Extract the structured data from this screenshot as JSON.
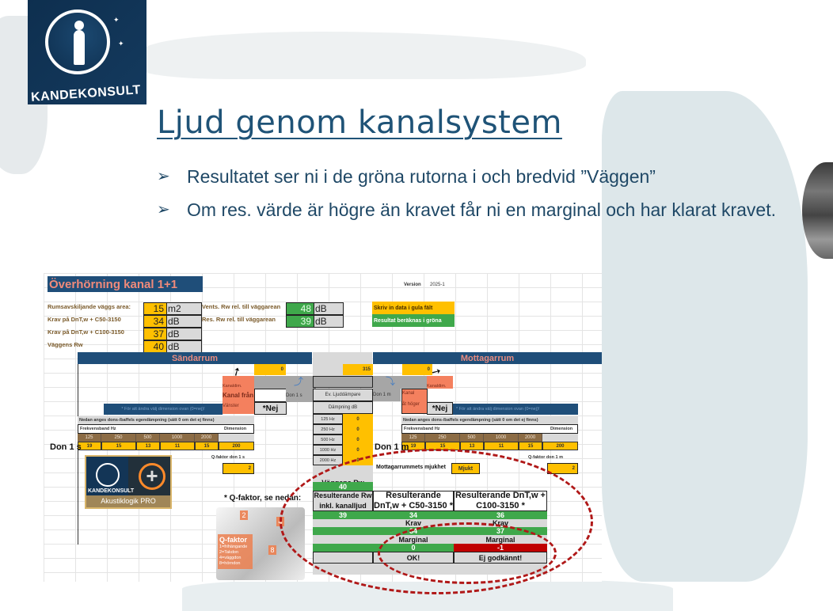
{
  "logo": {
    "brand": "KANDEKONSULT"
  },
  "slide": {
    "title": "Ljud genom kanalsystem",
    "bullets": [
      "Resultatet ser ni i de gröna rutorna i och bredvid ”Väggen”",
      "Om res. värde är högre än kravet får ni en marginal och har klarat kravet."
    ],
    "bullet_marker": "➢"
  },
  "sheet": {
    "title": "Överhörning kanal 1+1",
    "version_label": "Version",
    "version_value": "2025-1",
    "inputs": [
      {
        "label": "Rumsavskiljande väggs area:",
        "value": "15",
        "unit": "m2"
      },
      {
        "label": "Krav på DnT,w + C50-3150",
        "value": "34",
        "unit": "dB"
      },
      {
        "label": "Krav på DnT,w + C100-3150",
        "value": "37",
        "unit": "dB"
      },
      {
        "label": "Väggens Rw",
        "value": "40",
        "unit": "dB"
      }
    ],
    "computed": [
      {
        "label": "Vents. Rw rel. till väggarean",
        "value": "48",
        "unit": "dB"
      },
      {
        "label": "Res. Rw rel. till väggarean",
        "value": "39",
        "unit": "dB"
      }
    ],
    "legend": {
      "yellow": "Skriv in data i gula fält",
      "green": "Resultat beräknas i gröna"
    },
    "sender": {
      "header": "Sändarrum",
      "duct_dim_value": "0",
      "kanaldim_label": "Kanaldim.",
      "kanal_label": "Kanal från",
      "side_label": "Vänster",
      "select_value": "*Nej",
      "hint": "* För att ändra välj dimension ovan (0=nej)!",
      "don_label": "Don 1 s",
      "note": "Nedan anges dons-/baffels egendämpning (sätt 0 om det ej finns)",
      "freq_label": "Frekvensband Hz",
      "dimension_label": "Dimension",
      "freqs": [
        "125",
        "250",
        "500",
        "1000",
        "2000"
      ],
      "values": [
        "19",
        "15",
        "13",
        "11",
        "15"
      ],
      "dimension_value": "200",
      "q_label": "Q-faktor don 1 s",
      "q_value": "2"
    },
    "middle": {
      "top_value": "315",
      "silencer_label": "Ev. Ljuddämpare",
      "damping_label": "Dämpning dB",
      "bands": [
        {
          "f": "125 Hz",
          "v": "0"
        },
        {
          "f": "250 Hz",
          "v": "0"
        },
        {
          "f": "500 Hz",
          "v": "0"
        },
        {
          "f": "1000 Hz",
          "v": "0"
        },
        {
          "f": "2000 Hz",
          "v": "0"
        }
      ]
    },
    "receiver": {
      "header": "Mottagarrum",
      "duct_dim_value": "0",
      "kanaldim_label": "Kanaldim.",
      "kanal_label": "Kanal",
      "side_label": "åt höger",
      "select_value": "*Nej",
      "hint": "* För att ändra välj dimension ovan (0=nej)!",
      "don_small": "Don 1 m",
      "don_label": "Don 1 m",
      "note": "Nedan anges dons-/baffels egendämpning (sätt 0 om det ej finns)",
      "freq_label": "Frekvensband Hz",
      "dimension_label": "Dimension",
      "freqs": [
        "125",
        "250",
        "500",
        "1000",
        "2000"
      ],
      "values": [
        "19",
        "15",
        "13",
        "11",
        "15"
      ],
      "dimension_value": "200",
      "q_label": "Q-faktor don 1 m",
      "q_value": "2",
      "softness_label": "Mottagarrummets mjukhet",
      "softness_value": "Mjukt"
    },
    "results": {
      "wall_label": "Väggens Rw",
      "wall_value": "40",
      "res_rw_label": "Resulterande Rw inkl. kanalljud",
      "res_rw_value": "39",
      "col1_header": "Resulterande DnT,w + C50-3150 *",
      "col1_value": "34",
      "col1_krav_label": "Krav",
      "col1_krav": "34",
      "col1_marg_label": "Marginal",
      "col1_marg": "0",
      "col1_status": "OK!",
      "col2_header": "Resulterande DnT,w + C100-3150 *",
      "col2_value": "36",
      "col2_krav_label": "Krav",
      "col2_krav": "37",
      "col2_marg_label": "Marginal",
      "col2_marg": "-1",
      "col2_status": "Ej godkännt!"
    },
    "promo": {
      "brand": "KANDEKONSULT",
      "product": "Akustiklogik PRO"
    },
    "qfactor": {
      "caption": "* Q-faktor, se nedan:",
      "title": "Q-faktor",
      "items": [
        "1=frihängande",
        "2=Takdon",
        "4=väggdon",
        "8=hörndon"
      ],
      "markers": [
        "2",
        "4",
        "8"
      ]
    }
  },
  "colors": {
    "yellow": "#ffc000",
    "green": "#3fa84b",
    "navy": "#1f4e79",
    "red": "#c00000",
    "salmon": "#f4805e"
  }
}
